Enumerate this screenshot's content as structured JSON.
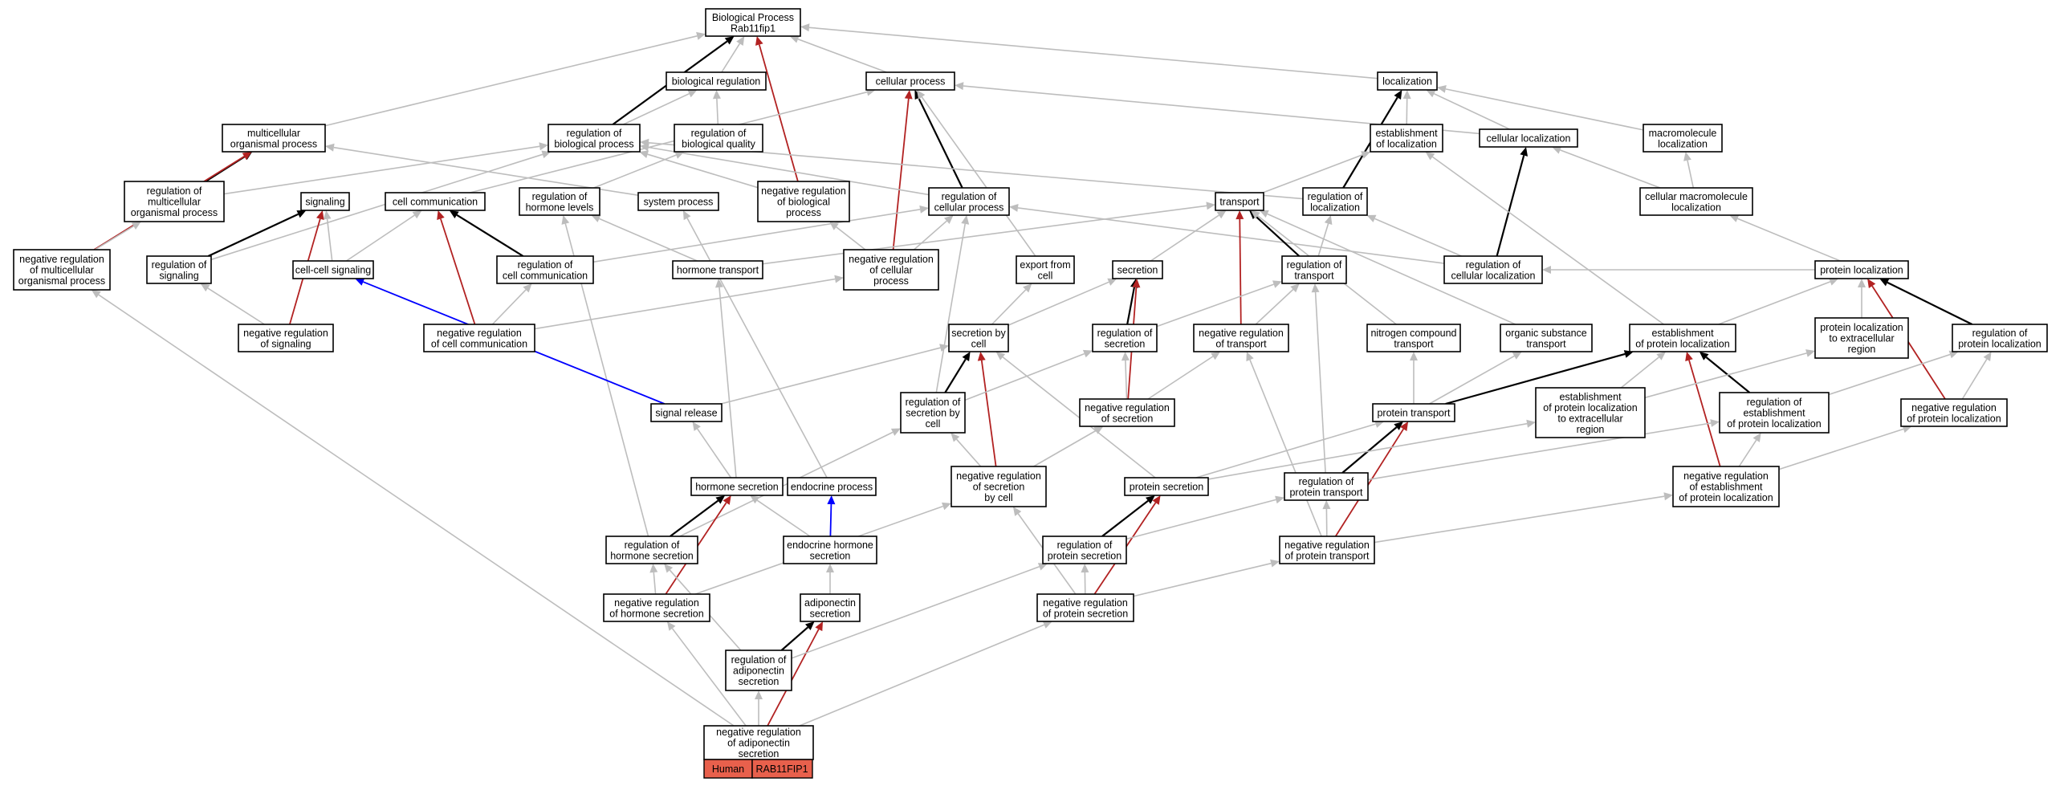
{
  "nodes": {
    "bp": [
      "Biological Process",
      "Rab11fip1"
    ],
    "biological_regulation": [
      "biological regulation"
    ],
    "cellular_process": [
      "cellular process"
    ],
    "localization": [
      "localization"
    ],
    "multicellular_organismal_process": [
      "multicellular",
      "organismal process"
    ],
    "regulation_of_biological_process": [
      "regulation of",
      "biological process"
    ],
    "regulation_of_biological_quality": [
      "regulation of",
      "biological quality"
    ],
    "establishment_of_localization": [
      "establishment",
      "of localization"
    ],
    "cellular_localization": [
      "cellular localization"
    ],
    "macromolecule_localization": [
      "macromolecule",
      "localization"
    ],
    "regulation_of_multicellular_organismal_process": [
      "regulation of",
      "multicellular",
      "organismal process"
    ],
    "signaling": [
      "signaling"
    ],
    "cell_communication": [
      "cell communication"
    ],
    "regulation_of_hormone_levels": [
      "regulation of",
      "hormone levels"
    ],
    "system_process": [
      "system process"
    ],
    "negative_regulation_of_biological_process": [
      "negative regulation",
      "of biological",
      "process"
    ],
    "regulation_of_cellular_process": [
      "regulation of",
      "cellular process"
    ],
    "transport": [
      "transport"
    ],
    "regulation_of_localization": [
      "regulation of",
      "localization"
    ],
    "cellular_macromolecule_localization": [
      "cellular macromolecule",
      "localization"
    ],
    "negative_regulation_of_multicellular_organismal_process": [
      "negative regulation",
      "of multicellular",
      "organismal process"
    ],
    "regulation_of_signaling": [
      "regulation of",
      "signaling"
    ],
    "cell_cell_signaling": [
      "cell-cell signaling"
    ],
    "regulation_of_cell_communication": [
      "regulation of",
      "cell communication"
    ],
    "hormone_transport": [
      "hormone transport"
    ],
    "negative_regulation_of_cellular_process": [
      "negative regulation",
      "of cellular",
      "process"
    ],
    "export_from_cell": [
      "export from",
      "cell"
    ],
    "secretion": [
      "secretion"
    ],
    "regulation_of_transport": [
      "regulation of",
      "transport"
    ],
    "regulation_of_cellular_localization": [
      "regulation of",
      "cellular localization"
    ],
    "protein_localization": [
      "protein localization"
    ],
    "negative_regulation_of_signaling": [
      "negative regulation",
      "of signaling"
    ],
    "negative_regulation_of_cell_communication": [
      "negative regulation",
      "of cell communication"
    ],
    "secretion_by_cell": [
      "secretion by",
      "cell"
    ],
    "regulation_of_secretion": [
      "regulation of",
      "secretion"
    ],
    "negative_regulation_of_transport": [
      "negative regulation",
      "of transport"
    ],
    "nitrogen_compound_transport": [
      "nitrogen compound",
      "transport"
    ],
    "organic_substance_transport": [
      "organic substance",
      "transport"
    ],
    "establishment_of_protein_localization": [
      "establishment",
      "of protein localization"
    ],
    "protein_localization_to_extracellular_region": [
      "protein localization",
      "to extracellular",
      "region"
    ],
    "regulation_of_protein_localization": [
      "regulation of",
      "protein localization"
    ],
    "signal_release": [
      "signal release"
    ],
    "regulation_of_secretion_by_cell": [
      "regulation of",
      "secretion by",
      "cell"
    ],
    "negative_regulation_of_secretion": [
      "negative regulation",
      "of secretion"
    ],
    "protein_transport": [
      "protein transport"
    ],
    "establishment_of_protein_localization_to_extracellular_region": [
      "establishment",
      "of protein localization",
      "to extracellular",
      "region"
    ],
    "regulation_of_establishment_of_protein_localization": [
      "regulation of",
      "establishment",
      "of protein localization"
    ],
    "negative_regulation_of_protein_localization": [
      "negative regulation",
      "of protein localization"
    ],
    "hormone_secretion": [
      "hormone secretion"
    ],
    "endocrine_process": [
      "endocrine process"
    ],
    "negative_regulation_of_secretion_by_cell": [
      "negative regulation",
      "of secretion",
      "by cell"
    ],
    "protein_secretion": [
      "protein secretion"
    ],
    "regulation_of_protein_transport": [
      "regulation of",
      "protein transport"
    ],
    "negative_regulation_of_establishment_of_protein_localization": [
      "negative regulation",
      "of establishment",
      "of protein localization"
    ],
    "regulation_of_hormone_secretion": [
      "regulation of",
      "hormone secretion"
    ],
    "endocrine_hormone_secretion": [
      "endocrine hormone",
      "secretion"
    ],
    "regulation_of_protein_secretion": [
      "regulation of",
      "protein secretion"
    ],
    "negative_regulation_of_protein_transport": [
      "negative regulation",
      "of protein transport"
    ],
    "negative_regulation_of_hormone_secretion": [
      "negative regulation",
      "of hormone secretion"
    ],
    "adiponectin_secretion": [
      "adiponectin",
      "secretion"
    ],
    "negative_regulation_of_protein_secretion": [
      "negative regulation",
      "of protein secretion"
    ],
    "regulation_of_adiponectin_secretion": [
      "regulation of",
      "adiponectin",
      "secretion"
    ],
    "negative_regulation_of_adiponectin_secretion": [
      "negative regulation",
      "of adiponectin",
      "secretion"
    ]
  },
  "badge": {
    "species": "Human",
    "gene": "RAB11FIP1",
    "color": "#e8604c"
  },
  "edge_colors": {
    "gray": "#bdbdbd",
    "black": "#000000",
    "red": "#b22222",
    "blue": "#0000ff"
  },
  "edges": [
    [
      "biological_regulation",
      "bp",
      "gray"
    ],
    [
      "cellular_process",
      "bp",
      "gray"
    ],
    [
      "localization",
      "bp",
      "gray"
    ],
    [
      "multicellular_organismal_process",
      "bp",
      "gray"
    ],
    [
      "regulation_of_biological_process",
      "bp",
      "black"
    ],
    [
      "negative_regulation_of_biological_process",
      "bp",
      "red"
    ],
    [
      "regulation_of_biological_process",
      "biological_regulation",
      "gray"
    ],
    [
      "regulation_of_biological_quality",
      "biological_regulation",
      "gray"
    ],
    [
      "establishment_of_localization",
      "localization",
      "gray"
    ],
    [
      "cellular_localization",
      "localization",
      "gray"
    ],
    [
      "macromolecule_localization",
      "localization",
      "gray"
    ],
    [
      "regulation_of_localization",
      "localization",
      "black"
    ],
    [
      "cellular_localization",
      "cellular_process",
      "gray"
    ],
    [
      "regulation_of_cellular_process",
      "cellular_process",
      "black"
    ],
    [
      "negative_regulation_of_cellular_process",
      "cellular_process",
      "red"
    ],
    [
      "cell_communication",
      "cellular_process",
      "gray"
    ],
    [
      "export_from_cell",
      "cellular_process",
      "gray"
    ],
    [
      "regulation_of_multicellular_organismal_process",
      "multicellular_organismal_process",
      "black"
    ],
    [
      "negative_regulation_of_multicellular_organismal_process",
      "multicellular_organismal_process",
      "red"
    ],
    [
      "system_process",
      "multicellular_organismal_process",
      "gray"
    ],
    [
      "regulation_of_multicellular_organismal_process",
      "regulation_of_biological_process",
      "gray"
    ],
    [
      "regulation_of_cellular_process",
      "regulation_of_biological_process",
      "gray"
    ],
    [
      "regulation_of_localization",
      "regulation_of_biological_process",
      "gray"
    ],
    [
      "regulation_of_signaling",
      "regulation_of_biological_process",
      "gray"
    ],
    [
      "negative_regulation_of_biological_process",
      "regulation_of_biological_process",
      "gray"
    ],
    [
      "regulation_of_hormone_levels",
      "regulation_of_biological_quality",
      "gray"
    ],
    [
      "cellular_macromolecule_localization",
      "macromolecule_localization",
      "gray"
    ],
    [
      "cellular_macromolecule_localization",
      "cellular_localization",
      "gray"
    ],
    [
      "regulation_of_cellular_localization",
      "cellular_localization",
      "black"
    ],
    [
      "transport",
      "establishment_of_localization",
      "gray"
    ],
    [
      "establishment_of_protein_localization",
      "establishment_of_localization",
      "gray"
    ],
    [
      "negative_regulation_of_multicellular_organismal_process",
      "regulation_of_multicellular_organismal_process",
      "gray"
    ],
    [
      "cell_cell_signaling",
      "signaling",
      "gray"
    ],
    [
      "regulation_of_signaling",
      "signaling",
      "black"
    ],
    [
      "negative_regulation_of_signaling",
      "signaling",
      "red"
    ],
    [
      "cell_cell_signaling",
      "cell_communication",
      "gray"
    ],
    [
      "regulation_of_cell_communication",
      "cell_communication",
      "black"
    ],
    [
      "negative_regulation_of_cell_communication",
      "cell_communication",
      "red"
    ],
    [
      "hormone_transport",
      "regulation_of_hormone_levels",
      "gray"
    ],
    [
      "regulation_of_hormone_secretion",
      "regulation_of_hormone_levels",
      "gray"
    ],
    [
      "endocrine_process",
      "system_process",
      "gray"
    ],
    [
      "negative_regulation_of_cellular_process",
      "negative_regulation_of_biological_process",
      "gray"
    ],
    [
      "regulation_of_cell_communication",
      "regulation_of_cellular_process",
      "gray"
    ],
    [
      "regulation_of_cellular_localization",
      "regulation_of_cellular_process",
      "gray"
    ],
    [
      "negative_regulation_of_cellular_process",
      "regulation_of_cellular_process",
      "gray"
    ],
    [
      "regulation_of_secretion_by_cell",
      "regulation_of_cellular_process",
      "gray"
    ],
    [
      "regulation_of_transport",
      "regulation_of_localization",
      "gray"
    ],
    [
      "regulation_of_cellular_localization",
      "regulation_of_localization",
      "gray"
    ],
    [
      "protein_localization",
      "cellular_macromolecule_localization",
      "gray"
    ],
    [
      "secretion",
      "transport",
      "gray"
    ],
    [
      "regulation_of_transport",
      "transport",
      "black"
    ],
    [
      "negative_regulation_of_transport",
      "transport",
      "red"
    ],
    [
      "nitrogen_compound_transport",
      "transport",
      "gray"
    ],
    [
      "organic_substance_transport",
      "transport",
      "gray"
    ],
    [
      "hormone_transport",
      "transport",
      "gray"
    ],
    [
      "protein_localization",
      "regulation_of_cellular_localization",
      "gray"
    ],
    [
      "negative_regulation_of_signaling",
      "regulation_of_signaling",
      "gray"
    ],
    [
      "negative_regulation_of_cell_communication",
      "regulation_of_cell_communication",
      "gray"
    ],
    [
      "negative_regulation_of_cell_communication",
      "negative_regulation_of_cellular_process",
      "gray"
    ],
    [
      "signal_release",
      "cell_cell_signaling",
      "blue"
    ],
    [
      "hormone_secretion",
      "hormone_transport",
      "gray"
    ],
    [
      "secretion_by_cell",
      "export_from_cell",
      "gray"
    ],
    [
      "secretion_by_cell",
      "secretion",
      "gray"
    ],
    [
      "regulation_of_secretion",
      "secretion",
      "black"
    ],
    [
      "negative_regulation_of_secretion",
      "secretion",
      "red"
    ],
    [
      "regulation_of_secretion",
      "regulation_of_transport",
      "gray"
    ],
    [
      "negative_regulation_of_transport",
      "regulation_of_transport",
      "gray"
    ],
    [
      "regulation_of_protein_transport",
      "regulation_of_transport",
      "gray"
    ],
    [
      "establishment_of_protein_localization",
      "protein_localization",
      "gray"
    ],
    [
      "protein_localization_to_extracellular_region",
      "protein_localization",
      "gray"
    ],
    [
      "regulation_of_protein_localization",
      "protein_localization",
      "black"
    ],
    [
      "negative_regulation_of_protein_localization",
      "protein_localization",
      "red"
    ],
    [
      "regulation_of_secretion_by_cell",
      "secretion_by_cell",
      "black"
    ],
    [
      "negative_regulation_of_secretion_by_cell",
      "secretion_by_cell",
      "red"
    ],
    [
      "signal_release",
      "secretion_by_cell",
      "gray"
    ],
    [
      "protein_secretion",
      "secretion_by_cell",
      "gray"
    ],
    [
      "negative_regulation_of_secretion",
      "regulation_of_secretion",
      "gray"
    ],
    [
      "regulation_of_secretion_by_cell",
      "regulation_of_secretion",
      "gray"
    ],
    [
      "negative_regulation_of_secretion",
      "negative_regulation_of_transport",
      "gray"
    ],
    [
      "negative_regulation_of_protein_transport",
      "negative_regulation_of_transport",
      "gray"
    ],
    [
      "protein_transport",
      "nitrogen_compound_transport",
      "gray"
    ],
    [
      "protein_transport",
      "organic_substance_transport",
      "gray"
    ],
    [
      "protein_transport",
      "establishment_of_protein_localization",
      "black"
    ],
    [
      "establishment_of_protein_localization_to_extracellular_region",
      "establishment_of_protein_localization",
      "gray"
    ],
    [
      "regulation_of_establishment_of_protein_localization",
      "establishment_of_protein_localization",
      "black"
    ],
    [
      "negative_regulation_of_establishment_of_protein_localization",
      "establishment_of_protein_localization",
      "red"
    ],
    [
      "establishment_of_protein_localization_to_extracellular_region",
      "protein_localization_to_extracellular_region",
      "gray"
    ],
    [
      "negative_regulation_of_protein_localization",
      "regulation_of_protein_localization",
      "gray"
    ],
    [
      "regulation_of_establishment_of_protein_localization",
      "regulation_of_protein_localization",
      "gray"
    ],
    [
      "hormone_secretion",
      "signal_release",
      "gray"
    ],
    [
      "negative_regulation_of_secretion_by_cell",
      "regulation_of_secretion_by_cell",
      "gray"
    ],
    [
      "regulation_of_hormone_secretion",
      "regulation_of_secretion_by_cell",
      "gray"
    ],
    [
      "negative_regulation_of_secretion_by_cell",
      "negative_regulation_of_secretion",
      "gray"
    ],
    [
      "regulation_of_protein_transport",
      "protein_transport",
      "black"
    ],
    [
      "negative_regulation_of_protein_transport",
      "protein_transport",
      "red"
    ],
    [
      "protein_secretion",
      "protein_transport",
      "gray"
    ],
    [
      "protein_secretion",
      "establishment_of_protein_localization_to_extracellular_region",
      "gray"
    ],
    [
      "negative_regulation_of_establishment_of_protein_localization",
      "regulation_of_establishment_of_protein_localization",
      "gray"
    ],
    [
      "regulation_of_protein_transport",
      "regulation_of_establishment_of_protein_localization",
      "gray"
    ],
    [
      "negative_regulation_of_establishment_of_protein_localization",
      "negative_regulation_of_protein_localization",
      "gray"
    ],
    [
      "regulation_of_hormone_secretion",
      "hormone_secretion",
      "black"
    ],
    [
      "negative_regulation_of_hormone_secretion",
      "hormone_secretion",
      "red"
    ],
    [
      "endocrine_hormone_secretion",
      "hormone_secretion",
      "gray"
    ],
    [
      "endocrine_hormone_secretion",
      "endocrine_process",
      "blue"
    ],
    [
      "regulation_of_protein_secretion",
      "protein_secretion",
      "black"
    ],
    [
      "negative_regulation_of_protein_secretion",
      "protein_secretion",
      "red"
    ],
    [
      "regulation_of_protein_secretion",
      "regulation_of_protein_transport",
      "gray"
    ],
    [
      "negative_regulation_of_protein_transport",
      "regulation_of_protein_transport",
      "gray"
    ],
    [
      "negative_regulation_of_protein_transport",
      "negative_regulation_of_establishment_of_protein_localization",
      "gray"
    ],
    [
      "negative_regulation_of_hormone_secretion",
      "regulation_of_hormone_secretion",
      "gray"
    ],
    [
      "negative_regulation_of_hormone_secretion",
      "negative_regulation_of_secretion_by_cell",
      "gray"
    ],
    [
      "adiponectin_secretion",
      "endocrine_hormone_secretion",
      "gray"
    ],
    [
      "negative_regulation_of_protein_secretion",
      "regulation_of_protein_secretion",
      "gray"
    ],
    [
      "negative_regulation_of_protein_secretion",
      "negative_regulation_of_protein_transport",
      "gray"
    ],
    [
      "negative_regulation_of_protein_secretion",
      "negative_regulation_of_secretion_by_cell",
      "gray"
    ],
    [
      "regulation_of_adiponectin_secretion",
      "adiponectin_secretion",
      "black"
    ],
    [
      "negative_regulation_of_adiponectin_secretion",
      "adiponectin_secretion",
      "red"
    ],
    [
      "regulation_of_adiponectin_secretion",
      "regulation_of_hormone_secretion",
      "gray"
    ],
    [
      "regulation_of_adiponectin_secretion",
      "regulation_of_protein_secretion",
      "gray"
    ],
    [
      "negative_regulation_of_adiponectin_secretion",
      "regulation_of_adiponectin_secretion",
      "gray"
    ],
    [
      "negative_regulation_of_adiponectin_secretion",
      "negative_regulation_of_hormone_secretion",
      "gray"
    ],
    [
      "negative_regulation_of_adiponectin_secretion",
      "negative_regulation_of_protein_secretion",
      "gray"
    ],
    [
      "negative_regulation_of_adiponectin_secretion",
      "negative_regulation_of_multicellular_organismal_process",
      "gray"
    ]
  ]
}
